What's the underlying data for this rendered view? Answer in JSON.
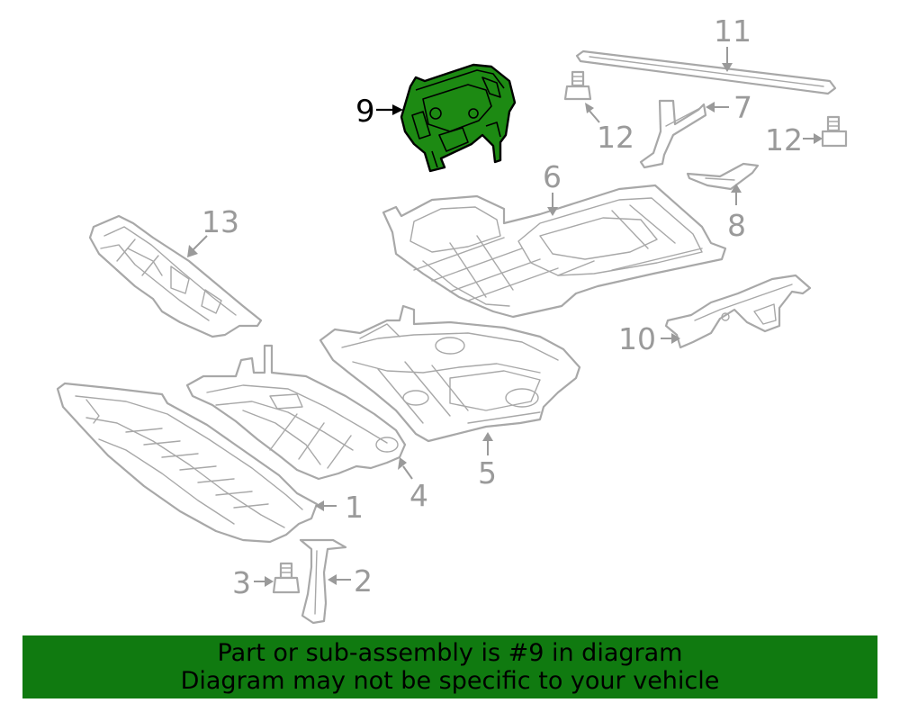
{
  "diagram": {
    "callouts": {
      "c1": "1",
      "c2": "2",
      "c3": "3",
      "c4": "4",
      "c5": "5",
      "c6": "6",
      "c7": "7",
      "c8": "8",
      "c9": "9",
      "c10": "10",
      "c11": "11",
      "c12a": "12",
      "c12b": "12",
      "c13": "13"
    },
    "highlighted_part": "9",
    "colors": {
      "highlight_fill": "#1d8a13",
      "line_art": "#a8a8a8",
      "banner": "#107a10"
    }
  },
  "banner": {
    "line1": "Part or sub-assembly is #9 in diagram",
    "line2": "Diagram may not be specific to your vehicle"
  }
}
